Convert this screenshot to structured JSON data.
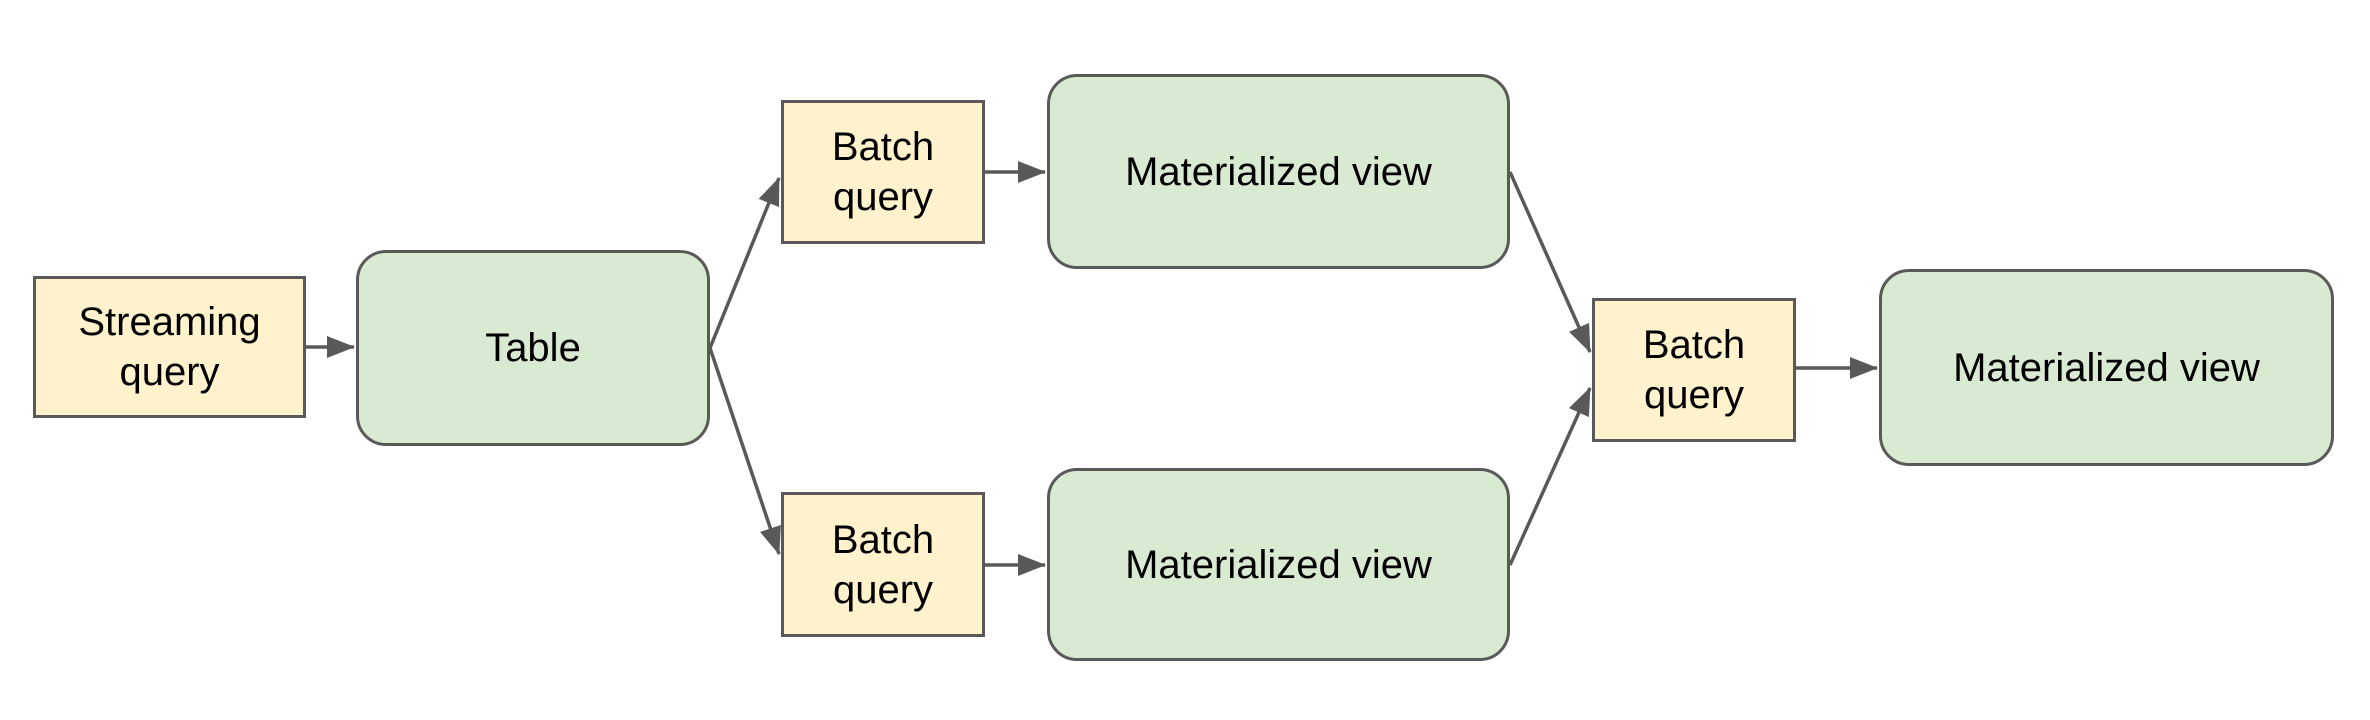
{
  "diagram": {
    "kind": "dataflow-flowchart",
    "nodes": [
      {
        "id": "streaming-query",
        "label": "Streaming query",
        "shape": "rectangle",
        "role": "query"
      },
      {
        "id": "table",
        "label": "Table",
        "shape": "rounded-rectangle",
        "role": "dataset"
      },
      {
        "id": "batch-query-top",
        "label": "Batch query",
        "shape": "rectangle",
        "role": "query"
      },
      {
        "id": "materialized-view-top",
        "label": "Materialized view",
        "shape": "rounded-rectangle",
        "role": "dataset"
      },
      {
        "id": "batch-query-bottom",
        "label": "Batch query",
        "shape": "rectangle",
        "role": "query"
      },
      {
        "id": "materialized-view-bottom",
        "label": "Materialized view",
        "shape": "rounded-rectangle",
        "role": "dataset"
      },
      {
        "id": "batch-query-final",
        "label": "Batch query",
        "shape": "rectangle",
        "role": "query"
      },
      {
        "id": "materialized-view-final",
        "label": "Materialized view",
        "shape": "rounded-rectangle",
        "role": "dataset"
      }
    ],
    "edges": [
      {
        "from": "streaming-query",
        "to": "table"
      },
      {
        "from": "table",
        "to": "batch-query-top"
      },
      {
        "from": "table",
        "to": "batch-query-bottom"
      },
      {
        "from": "batch-query-top",
        "to": "materialized-view-top"
      },
      {
        "from": "batch-query-bottom",
        "to": "materialized-view-bottom"
      },
      {
        "from": "materialized-view-top",
        "to": "batch-query-final"
      },
      {
        "from": "materialized-view-bottom",
        "to": "batch-query-final"
      },
      {
        "from": "batch-query-final",
        "to": "materialized-view-final"
      }
    ],
    "colors": {
      "query_fill": "#fff2cc",
      "dataset_fill": "#d9ead3",
      "border": "#595959",
      "arrow": "#595959",
      "text": "#000000",
      "background": "#ffffff"
    }
  }
}
